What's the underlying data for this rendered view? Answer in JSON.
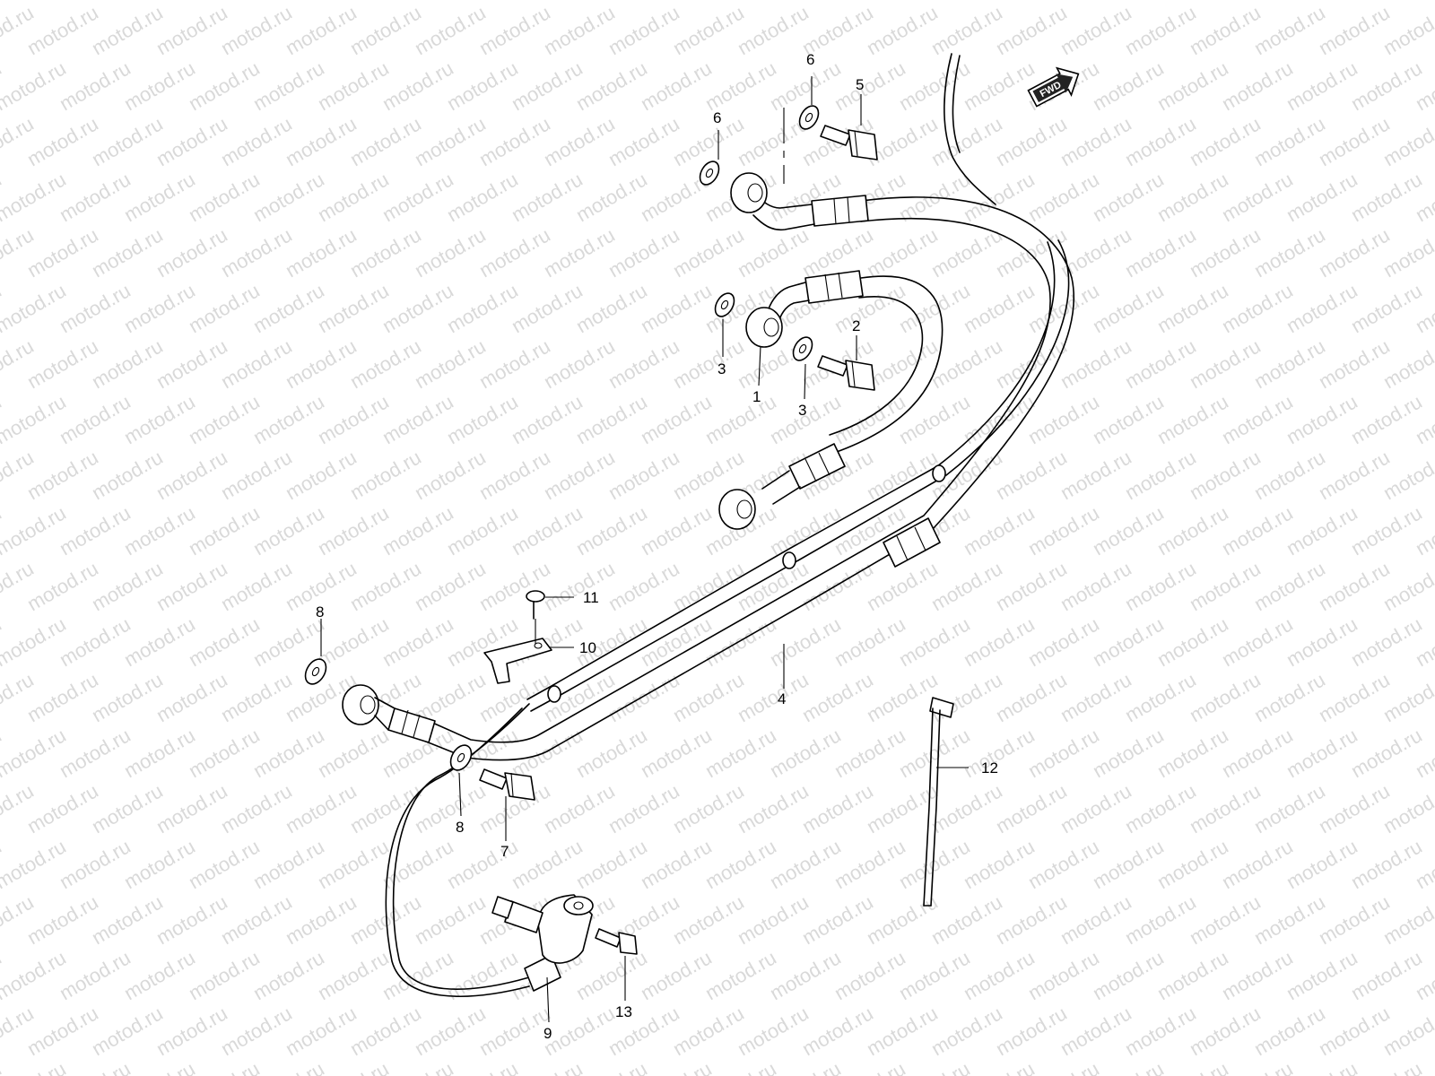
{
  "watermark": "motod.ru",
  "direction_marker": "FWD",
  "callouts": {
    "c1": "1",
    "c2": "2",
    "c3a": "3",
    "c3b": "3",
    "c4": "4",
    "c5": "5",
    "c6a": "6",
    "c6b": "6",
    "c7": "7",
    "c8a": "8",
    "c8b": "8",
    "c9": "9",
    "c10": "10",
    "c11": "11",
    "c12": "12",
    "c13": "13"
  }
}
